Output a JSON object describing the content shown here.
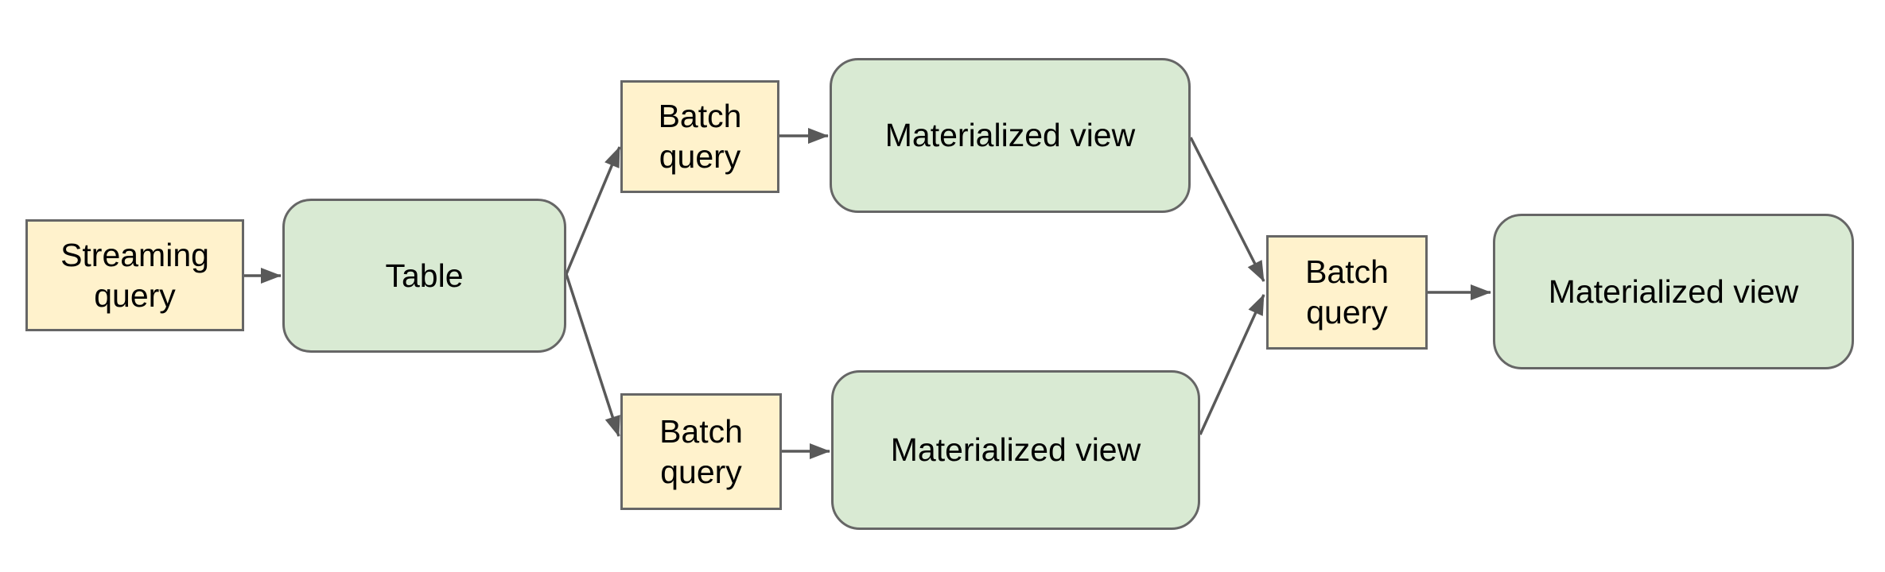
{
  "diagram": {
    "background_color": "#ffffff",
    "colors": {
      "query_box_fill": "#fff2cc",
      "view_box_fill": "#d9ead3",
      "box_border": "#666666",
      "connector": "#595959",
      "text": "#000000"
    },
    "nodes": {
      "streaming_query": {
        "label": "Streaming query",
        "shape": "rectangle"
      },
      "table": {
        "label": "Table",
        "shape": "rounded-rectangle"
      },
      "batch_query_top": {
        "label": "Batch query",
        "shape": "rectangle"
      },
      "materialized_view_top": {
        "label": "Materialized view",
        "shape": "rounded-rectangle"
      },
      "batch_query_bottom": {
        "label": "Batch query",
        "shape": "rectangle"
      },
      "materialized_view_bottom": {
        "label": "Materialized view",
        "shape": "rounded-rectangle"
      },
      "batch_query_right": {
        "label": "Batch query",
        "shape": "rectangle"
      },
      "materialized_view_right": {
        "label": "Materialized view",
        "shape": "rounded-rectangle"
      }
    },
    "edges": [
      {
        "from": "streaming_query",
        "to": "table"
      },
      {
        "from": "table",
        "to": "batch_query_top"
      },
      {
        "from": "table",
        "to": "batch_query_bottom"
      },
      {
        "from": "batch_query_top",
        "to": "materialized_view_top"
      },
      {
        "from": "batch_query_bottom",
        "to": "materialized_view_bottom"
      },
      {
        "from": "materialized_view_top",
        "to": "batch_query_right"
      },
      {
        "from": "materialized_view_bottom",
        "to": "batch_query_right"
      },
      {
        "from": "batch_query_right",
        "to": "materialized_view_right"
      }
    ]
  }
}
